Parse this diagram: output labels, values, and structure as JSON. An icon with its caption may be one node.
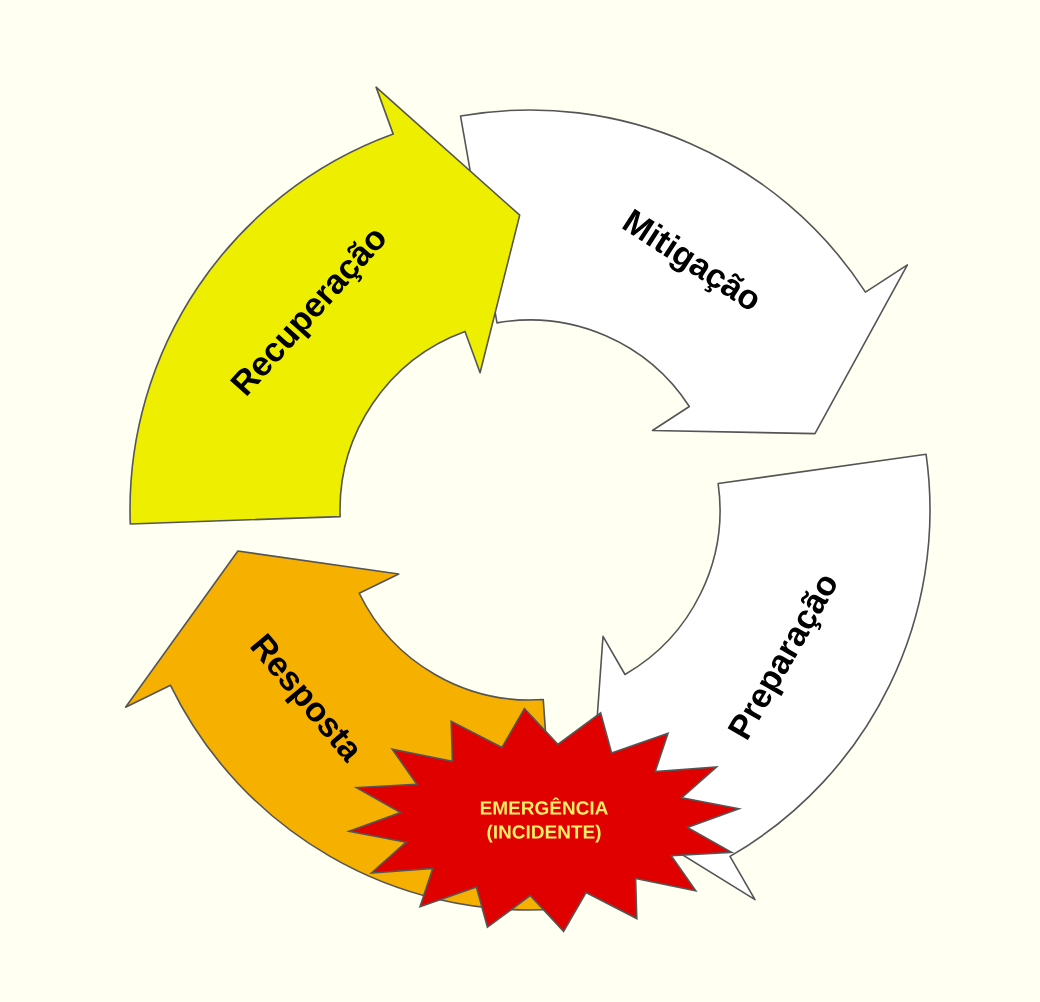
{
  "diagram": {
    "nodes": [
      {
        "text": [
          "Mitigação"
        ]
      },
      {
        "text": [
          "Preparação"
        ]
      },
      {
        "text": [
          "Resposta"
        ]
      },
      {
        "text": [
          "Recuperação"
        ]
      },
      {
        "text": [
          "EMERGÊNCIA (INCIDENTE)"
        ]
      }
    ]
  }
}
